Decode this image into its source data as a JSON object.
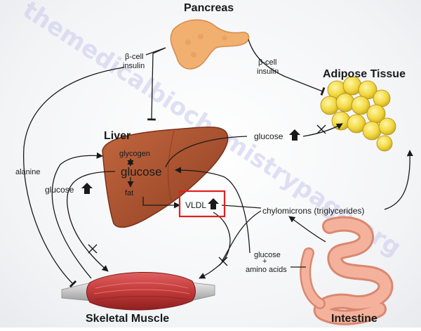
{
  "organs": {
    "pancreas": "Pancreas",
    "adipose": "Adipose Tissue",
    "liver": "Liver",
    "muscle": "Skeletal Muscle",
    "intestine": "Intestine"
  },
  "labels": {
    "beta_cell_left_1": "β-cell",
    "beta_cell_left_2": "insulin",
    "beta_cell_right_1": "β-cell",
    "beta_cell_right_2": "insulin",
    "glycogen": "glycogen",
    "glucose_liver": "glucose",
    "fat": "fat",
    "vldl": "VLDL",
    "glucose_adipose": "glucose",
    "glucose_muscle": "glucose",
    "alanine": "alanine",
    "chylomicrons": "chylomicrons (triglycerides)",
    "glucose_amino_1": "glucose",
    "glucose_amino_plus": "+",
    "glucose_amino_2": "amino acids"
  },
  "watermark": "themedicalbiochemistrypage.org",
  "colors": {
    "pancreas": "#f2b070",
    "liver": "#a8502f",
    "adipose": "#f2dc4a",
    "muscle": "#c43c3c",
    "intestine": "#f0a890",
    "vldl_box": "#e02020"
  }
}
